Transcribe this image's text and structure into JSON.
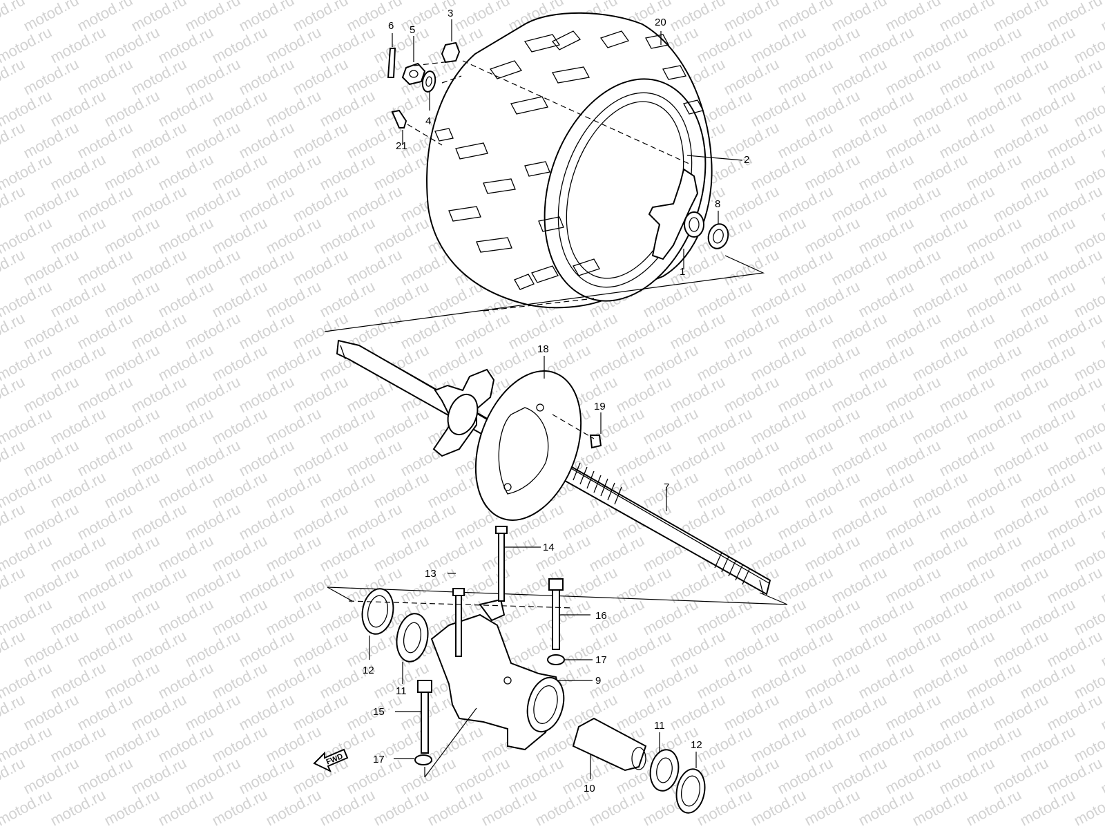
{
  "watermark": "motod.ru",
  "fwd_label": "FWD",
  "callouts": {
    "c1": "1",
    "c2": "2",
    "c3": "3",
    "c4": "4",
    "c5": "5",
    "c6": "6",
    "c7": "7",
    "c8": "8",
    "c9": "9",
    "c10": "10",
    "c11a": "11",
    "c11b": "11",
    "c12a": "12",
    "c12b": "12",
    "c13": "13",
    "c14": "14",
    "c15": "15",
    "c16": "16",
    "c17a": "17",
    "c17b": "17",
    "c18": "18",
    "c19": "19",
    "c20": "20",
    "c21": "21"
  }
}
